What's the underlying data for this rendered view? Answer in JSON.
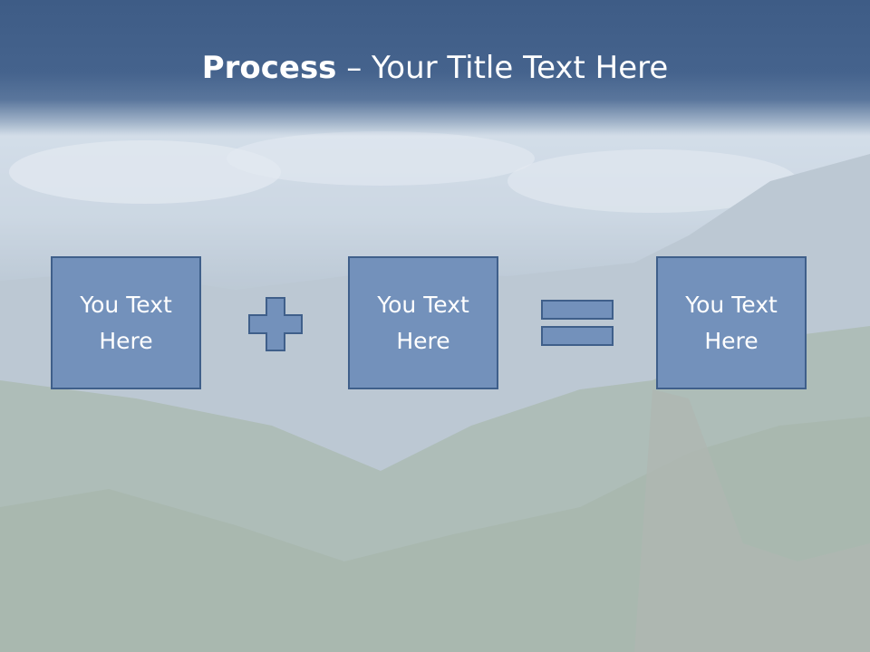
{
  "slide": {
    "title_bold": "Process",
    "title_rest": " – Your Title Text Here"
  },
  "process": {
    "steps": [
      {
        "label": "You Text Here"
      },
      {
        "label": "You Text Here"
      },
      {
        "label": "You Text Here"
      }
    ],
    "operators": [
      "plus-icon",
      "equals-icon"
    ]
  },
  "colors": {
    "title_band": "#45638d",
    "box_fill": "#7391bb",
    "box_border": "#3f5f8a",
    "title_text": "#ffffff"
  }
}
